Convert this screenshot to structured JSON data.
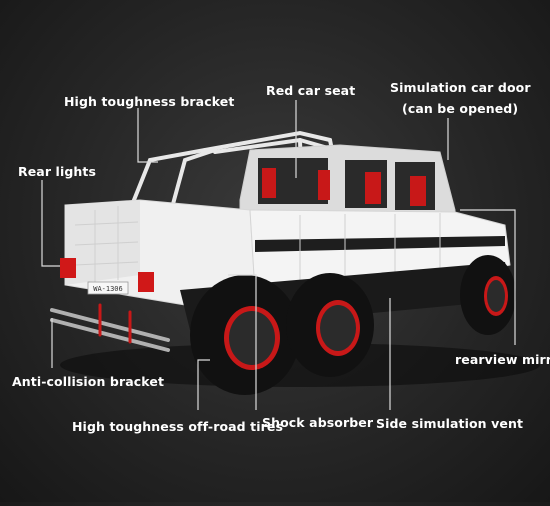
{
  "labels": {
    "high_toughness_bracket": "High toughness bracket",
    "red_car_seat": "Red car seat",
    "simulation_car_door_line1": "Simulation car door",
    "simulation_car_door_line2": "(can be opened)",
    "rear_lights": "Rear lights",
    "rearview_mirror": "rearview mirror",
    "anti_collision_bracket": "Anti-collision bracket",
    "off_road_tires": "High toughness off-road tires",
    "shock_absorber": "Shock absorber",
    "side_simulation_vent": "Side simulation vent"
  },
  "plate_text": "WA-1306",
  "colors": {
    "background": "#262626",
    "body": "#f2f2f2",
    "accent_red": "#d01818",
    "tire": "#111111",
    "text": "#ffffff"
  }
}
